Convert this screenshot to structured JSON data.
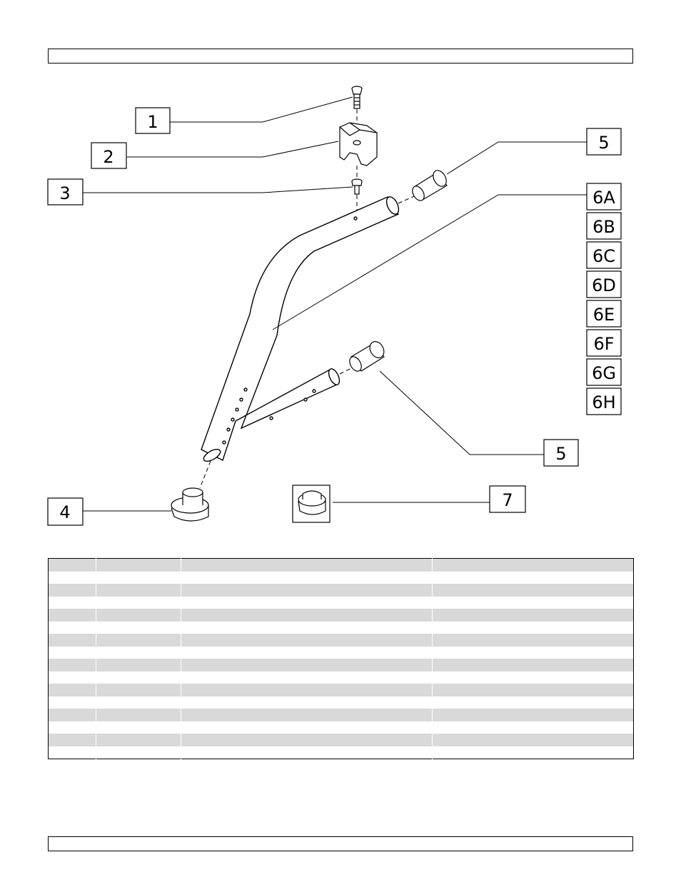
{
  "callouts": [
    {
      "id": "c1",
      "label": "1"
    },
    {
      "id": "c2",
      "label": "2"
    },
    {
      "id": "c3",
      "label": "3"
    },
    {
      "id": "c4",
      "label": "4"
    },
    {
      "id": "c5a",
      "label": "5"
    },
    {
      "id": "c5b",
      "label": "5"
    },
    {
      "id": "c6a",
      "label": "6A"
    },
    {
      "id": "c6b",
      "label": "6B"
    },
    {
      "id": "c6c",
      "label": "6C"
    },
    {
      "id": "c6d",
      "label": "6D"
    },
    {
      "id": "c6e",
      "label": "6E"
    },
    {
      "id": "c6f",
      "label": "6F"
    },
    {
      "id": "c6g",
      "label": "6G"
    },
    {
      "id": "c6h",
      "label": "6H"
    },
    {
      "id": "c7",
      "label": "7"
    }
  ],
  "table": {
    "row_count": 16,
    "column_count": 4
  },
  "colors": {
    "line": "#000000",
    "row_shade": "#d9d9d9",
    "part_fill": "#ffffff"
  }
}
